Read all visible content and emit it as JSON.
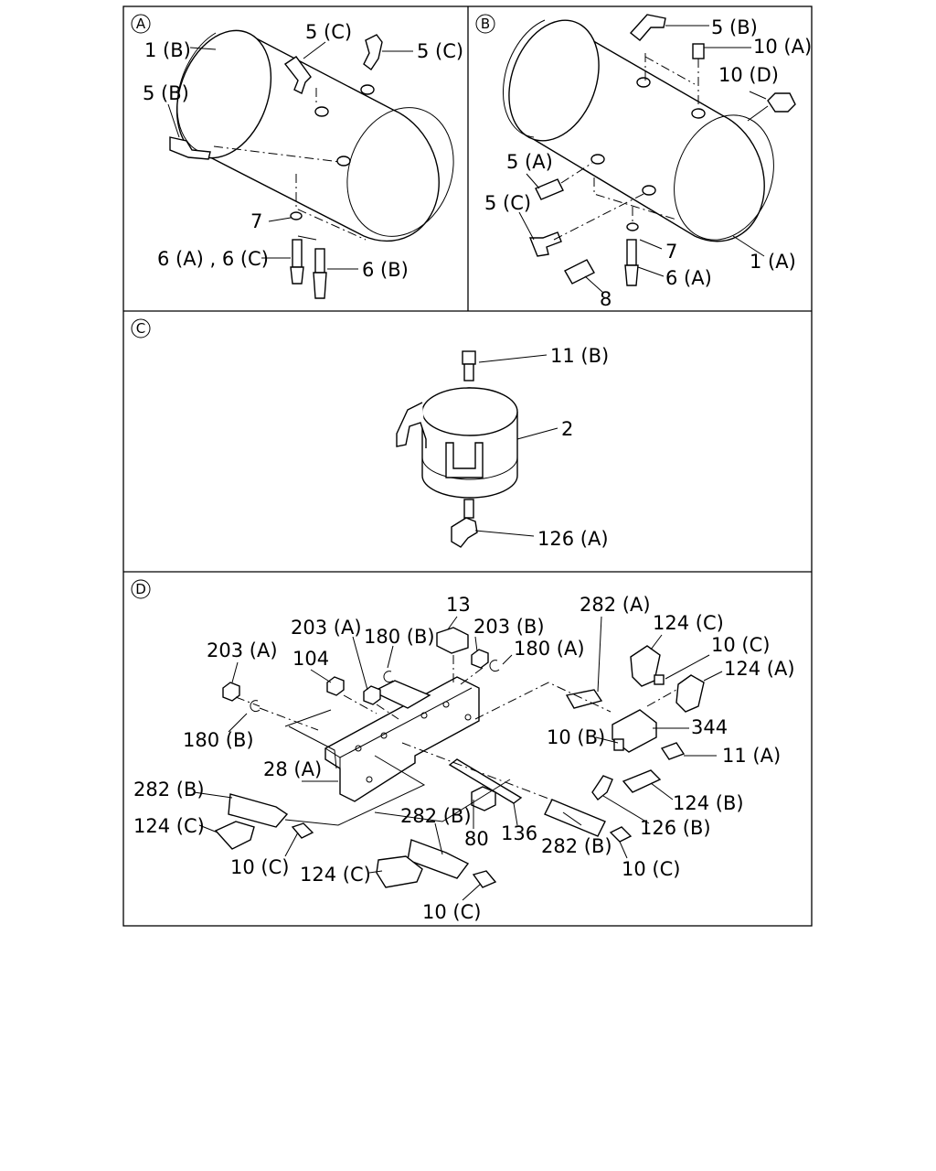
{
  "panels": [
    {
      "id": "A",
      "labels": [
        "1 (B)",
        "5 (C)",
        "5 (C)",
        "5 (B)",
        "7",
        "6 (A) , 6 (C)",
        "6 (B)"
      ]
    },
    {
      "id": "B",
      "labels": [
        "5 (B)",
        "10 (A)",
        "10 (D)",
        "5 (A)",
        "5 (C)",
        "7",
        "1 (A)",
        "6 (A)",
        "8"
      ]
    },
    {
      "id": "C",
      "labels": [
        "11 (B)",
        "2",
        "126 (A)"
      ]
    },
    {
      "id": "D",
      "labels": [
        "13",
        "282 (A)",
        "203 (A)",
        "203 (B)",
        "180 (B)",
        "180 (A)",
        "124 (C)",
        "10 (C)",
        "124 (A)",
        "203 (A)",
        "104",
        "344",
        "10 (B)",
        "11 (A)",
        "180 (B)",
        "28 (A)",
        "282 (B)",
        "124 (B)",
        "126 (B)",
        "124 (C)",
        "80",
        "136",
        "282 (B)",
        "10 (C)",
        "282 (B)",
        "10 (C)",
        "124 (C)",
        "10 (C)"
      ]
    }
  ]
}
